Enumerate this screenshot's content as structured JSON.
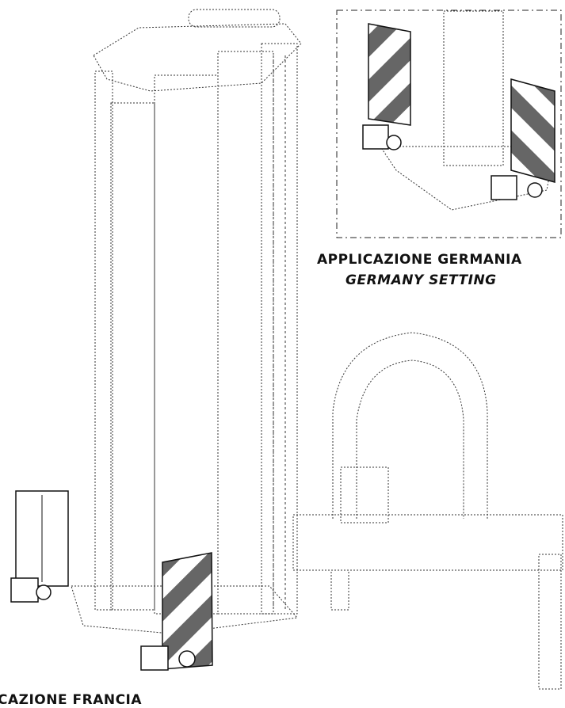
{
  "captions": {
    "germany_it": "APPLICAZIONE GERMANIA",
    "germany_en": "GERMANY SETTING",
    "france_it": "CAZIONE FRANCIA"
  },
  "colors": {
    "line": "#222222",
    "stripe_dark": "#666666",
    "stripe_light": "#ffffff"
  }
}
